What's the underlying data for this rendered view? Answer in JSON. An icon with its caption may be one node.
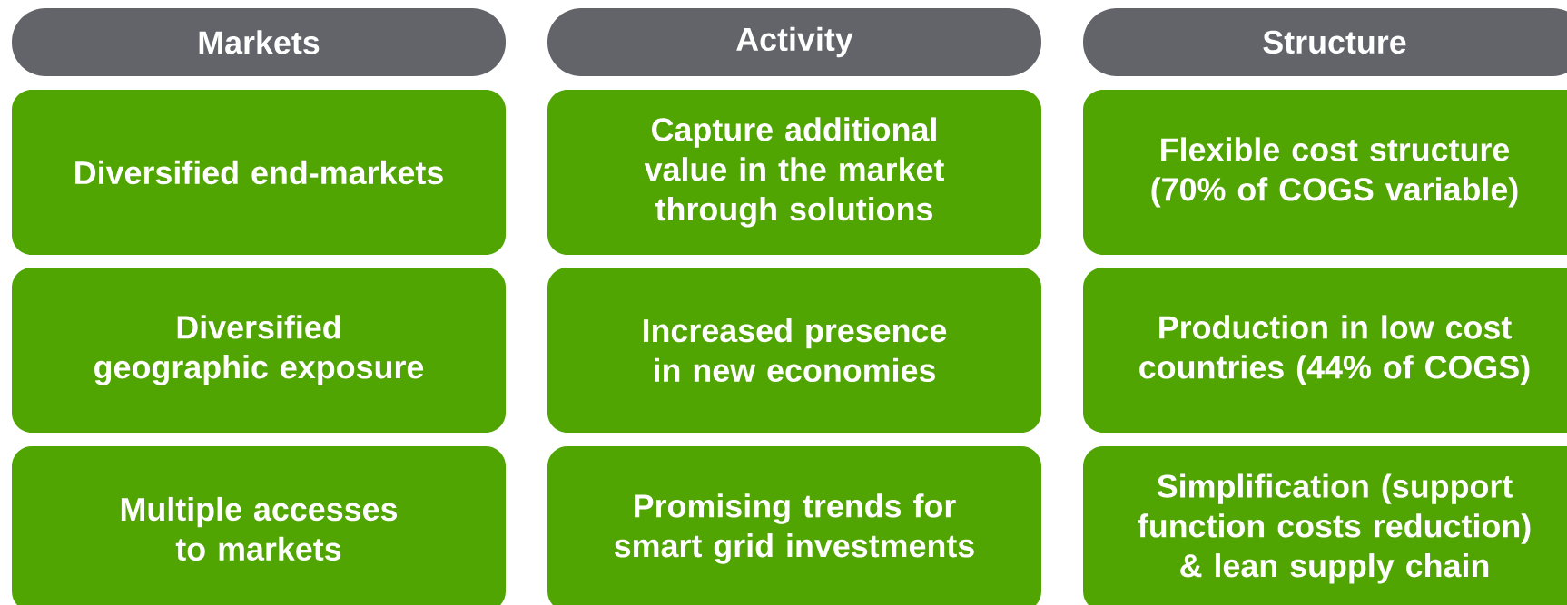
{
  "diagram": {
    "nodes": [
      {
        "text": [
          "Markets"
        ]
      },
      {
        "text": [
          "Activity"
        ]
      },
      {
        "text": [
          "Structure"
        ]
      },
      {
        "text": [
          "Diversified end-markets"
        ]
      },
      {
        "text": [
          "Capture additional value in the market through solutions"
        ]
      },
      {
        "text": [
          "Flexible cost structure (70% of COGS variable)"
        ]
      },
      {
        "text": [
          "Diversified geographic exposure"
        ]
      },
      {
        "text": [
          "Increased presence in new economies"
        ]
      },
      {
        "text": [
          "Production in low cost countries (44% of COGS)"
        ]
      },
      {
        "text": [
          "Multiple accesses to markets"
        ]
      },
      {
        "text": [
          "Promising trends for smart grid investments"
        ]
      },
      {
        "text": [
          "Simplification (support function costs reduction) & lean supply chain"
        ]
      }
    ]
  }
}
